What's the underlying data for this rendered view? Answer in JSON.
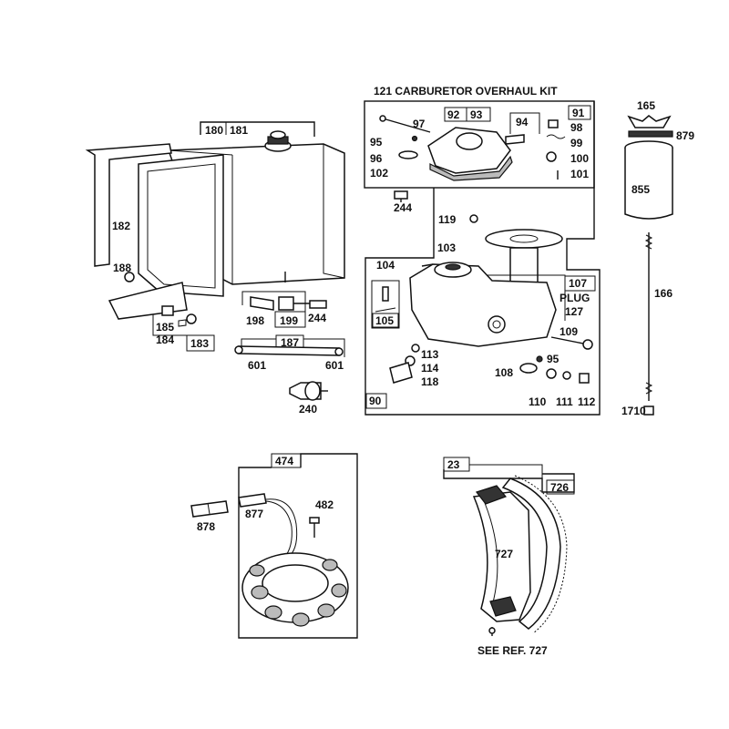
{
  "title": "121 CARBURETOR OVERHAUL KIT",
  "labels": {
    "l165": "165",
    "l879": "879",
    "l855": "855",
    "l166": "166",
    "l1710": "1710",
    "l91": "91",
    "l92": "92",
    "l93": "93",
    "l94": "94",
    "l97": "97",
    "l95a": "95",
    "l96": "96",
    "l102": "102",
    "l98": "98",
    "l99": "99",
    "l100": "100",
    "l101": "101",
    "l180": "180",
    "l181": "181",
    "l182": "182",
    "l188": "188",
    "l185": "185",
    "l184": "184",
    "l183": "183",
    "l198": "198",
    "l199": "199",
    "l244a": "244",
    "l187": "187",
    "l601a": "601",
    "l601b": "601",
    "l240": "240",
    "l244b": "244",
    "l119": "119",
    "l104": "104",
    "l103": "103",
    "l107": "107",
    "l plug": "PLUG",
    "l127": "127",
    "l105": "105",
    "l109": "109",
    "l113": "113",
    "l114": "114",
    "l118": "118",
    "l108": "108",
    "l95b": "95",
    "l110": "110",
    "l111": "111",
    "l112": "112",
    "l90": "90",
    "l474": "474",
    "l482": "482",
    "l877": "877",
    "l878": "878",
    "l23": "23",
    "l726": "726",
    "l727": "727",
    "seeref": "SEE REF. 727"
  }
}
